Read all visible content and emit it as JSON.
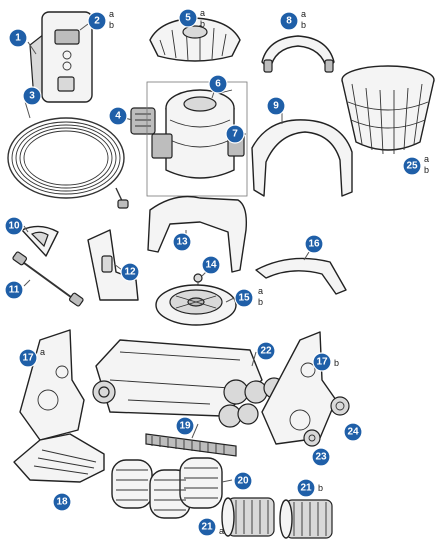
{
  "callouts": {
    "c1": {
      "number": "1",
      "suffix": []
    },
    "c2": {
      "number": "2",
      "suffix": [
        "a",
        "b"
      ]
    },
    "c3": {
      "number": "3",
      "suffix": []
    },
    "c4": {
      "number": "4",
      "suffix": []
    },
    "c5": {
      "number": "5",
      "suffix": [
        "a",
        "b"
      ]
    },
    "c6": {
      "number": "6",
      "suffix": []
    },
    "c7": {
      "number": "7",
      "suffix": []
    },
    "c8": {
      "number": "8",
      "suffix": [
        "a",
        "b"
      ]
    },
    "c9": {
      "number": "9",
      "suffix": []
    },
    "c10": {
      "number": "10",
      "suffix": []
    },
    "c11": {
      "number": "11",
      "suffix": []
    },
    "c12": {
      "number": "12",
      "suffix": []
    },
    "c13": {
      "number": "13",
      "suffix": []
    },
    "c14": {
      "number": "14",
      "suffix": []
    },
    "c15": {
      "number": "15",
      "suffix": [
        "a",
        "b"
      ]
    },
    "c16": {
      "number": "16",
      "suffix": []
    },
    "c17a": {
      "number": "17",
      "suffix": [
        "a"
      ]
    },
    "c17b": {
      "number": "17",
      "suffix": [
        "b"
      ]
    },
    "c18": {
      "number": "18",
      "suffix": []
    },
    "c19": {
      "number": "19",
      "suffix": []
    },
    "c20": {
      "number": "20",
      "suffix": []
    },
    "c21a": {
      "number": "21",
      "suffix": [
        "a"
      ]
    },
    "c21b": {
      "number": "21",
      "suffix": [
        "b"
      ]
    },
    "c22": {
      "number": "22",
      "suffix": []
    },
    "c23": {
      "number": "23",
      "suffix": []
    },
    "c24": {
      "number": "24",
      "suffix": []
    },
    "c25": {
      "number": "25",
      "suffix": [
        "a",
        "b"
      ]
    }
  },
  "colors": {
    "badge_fill": "#1f5fa8",
    "badge_text": "#ffffff",
    "line_art": "#222222",
    "background": "#ffffff"
  }
}
